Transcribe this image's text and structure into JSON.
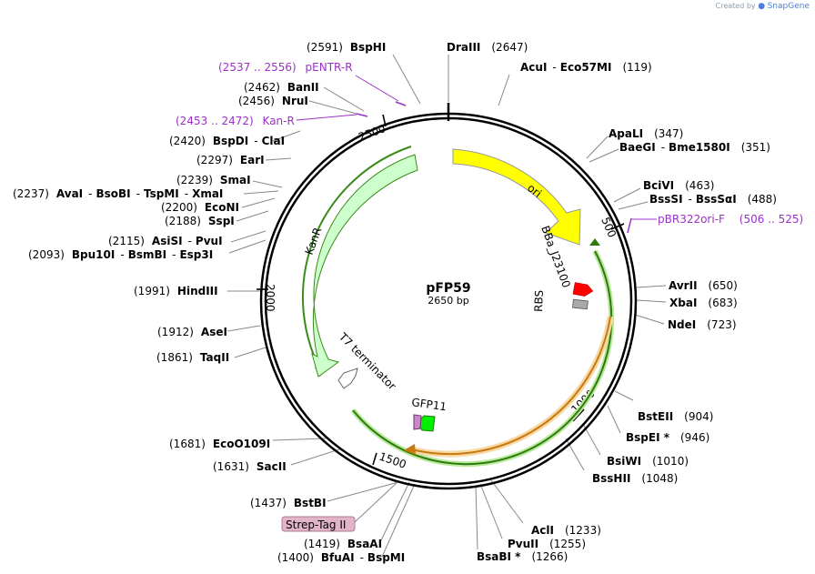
{
  "brand": {
    "created_by": "Created by",
    "app": "SnapGene"
  },
  "plasmid": {
    "name": "pFP59",
    "size": "2650 bp",
    "length": 2650
  },
  "ticks": [
    "500",
    "1000",
    "1500",
    "2000",
    "2500"
  ],
  "features": [
    {
      "name": "ori",
      "color": "#ffff00"
    },
    {
      "name": "KanR",
      "color": "#ccffcc"
    },
    {
      "name": "BBa_J23100",
      "color": "#ff0000"
    },
    {
      "name": "RBS",
      "color": "#aaaaaa"
    },
    {
      "name": "T7 terminator",
      "color": "#ffffff"
    },
    {
      "name": "GFP11",
      "color": "#00ff00"
    },
    {
      "name": "Strep-Tag II",
      "color": "#e2b4c8"
    }
  ],
  "sites": [
    {
      "name": "BspHI",
      "pos": "(2591)"
    },
    {
      "name": "DraIII",
      "pos": "(2647)"
    },
    {
      "name": "AcuI",
      "sep": "-",
      "name2": "Eco57MI",
      "pos": "(119)"
    },
    {
      "name": "ApaLI",
      "pos": "(347)"
    },
    {
      "name": "BaeGI",
      "sep": "-",
      "name2": "Bme1580I",
      "pos": "(351)"
    },
    {
      "name": "BciVI",
      "pos": "(463)"
    },
    {
      "name": "BssSI",
      "sep": "-",
      "name2": "BssSαI",
      "pos": "(488)"
    },
    {
      "name": "AvrII",
      "pos": "(650)"
    },
    {
      "name": "XbaI",
      "pos": "(683)"
    },
    {
      "name": "NdeI",
      "pos": "(723)"
    },
    {
      "name": "BstEII",
      "pos": "(904)"
    },
    {
      "name": "BspEI *",
      "pos": "(946)"
    },
    {
      "name": "BsiWI",
      "pos": "(1010)"
    },
    {
      "name": "BssHII",
      "pos": "(1048)"
    },
    {
      "name": "AclI",
      "pos": "(1233)"
    },
    {
      "name": "PvuII",
      "pos": "(1255)"
    },
    {
      "name": "BsaBI *",
      "pos": "(1266)"
    },
    {
      "name": "BsaAI",
      "pos": "(1419)"
    },
    {
      "name": "BfuAI",
      "sep": "-",
      "name2": "BspMI",
      "pos": "(1400)"
    },
    {
      "name": "BstBI",
      "pos": "(1437)"
    },
    {
      "name": "SacII",
      "pos": "(1631)"
    },
    {
      "name": "EcoO109I",
      "pos": "(1681)"
    },
    {
      "name": "TaqII",
      "pos": "(1861)"
    },
    {
      "name": "AseI",
      "pos": "(1912)"
    },
    {
      "name": "HindIII",
      "pos": "(1991)"
    },
    {
      "name": "Bpu10I",
      "sep": "-",
      "name2": "BsmBI",
      "sep2": "-",
      "name3": "Esp3I",
      "pos": "(2093)"
    },
    {
      "name": "AsiSI",
      "sep": "-",
      "name2": "PvuI",
      "pos": "(2115)"
    },
    {
      "name": "SspI",
      "pos": "(2188)"
    },
    {
      "name": "EcoNI",
      "pos": "(2200)"
    },
    {
      "name": "AvaI",
      "sep": "-",
      "name2": "BsoBI",
      "sep2": "-",
      "name3": "TspMI",
      "sep3": "-",
      "name4": "XmaI",
      "pos": "(2237)"
    },
    {
      "name": "SmaI",
      "pos": "(2239)"
    },
    {
      "name": "EarI",
      "pos": "(2297)"
    },
    {
      "name": "BspDI",
      "sep": "-",
      "name2": "ClaI",
      "pos": "(2420)"
    },
    {
      "name": "NruI",
      "pos": "(2456)"
    },
    {
      "name": "BanII",
      "pos": "(2462)"
    }
  ],
  "primers": [
    {
      "range": "(2537 .. 2556)",
      "name": "pENTR-R"
    },
    {
      "range": "(2453 .. 2472)",
      "name": "Kan-R"
    },
    {
      "range": "(506 .. 525)",
      "name": "pBR322ori-F"
    }
  ]
}
